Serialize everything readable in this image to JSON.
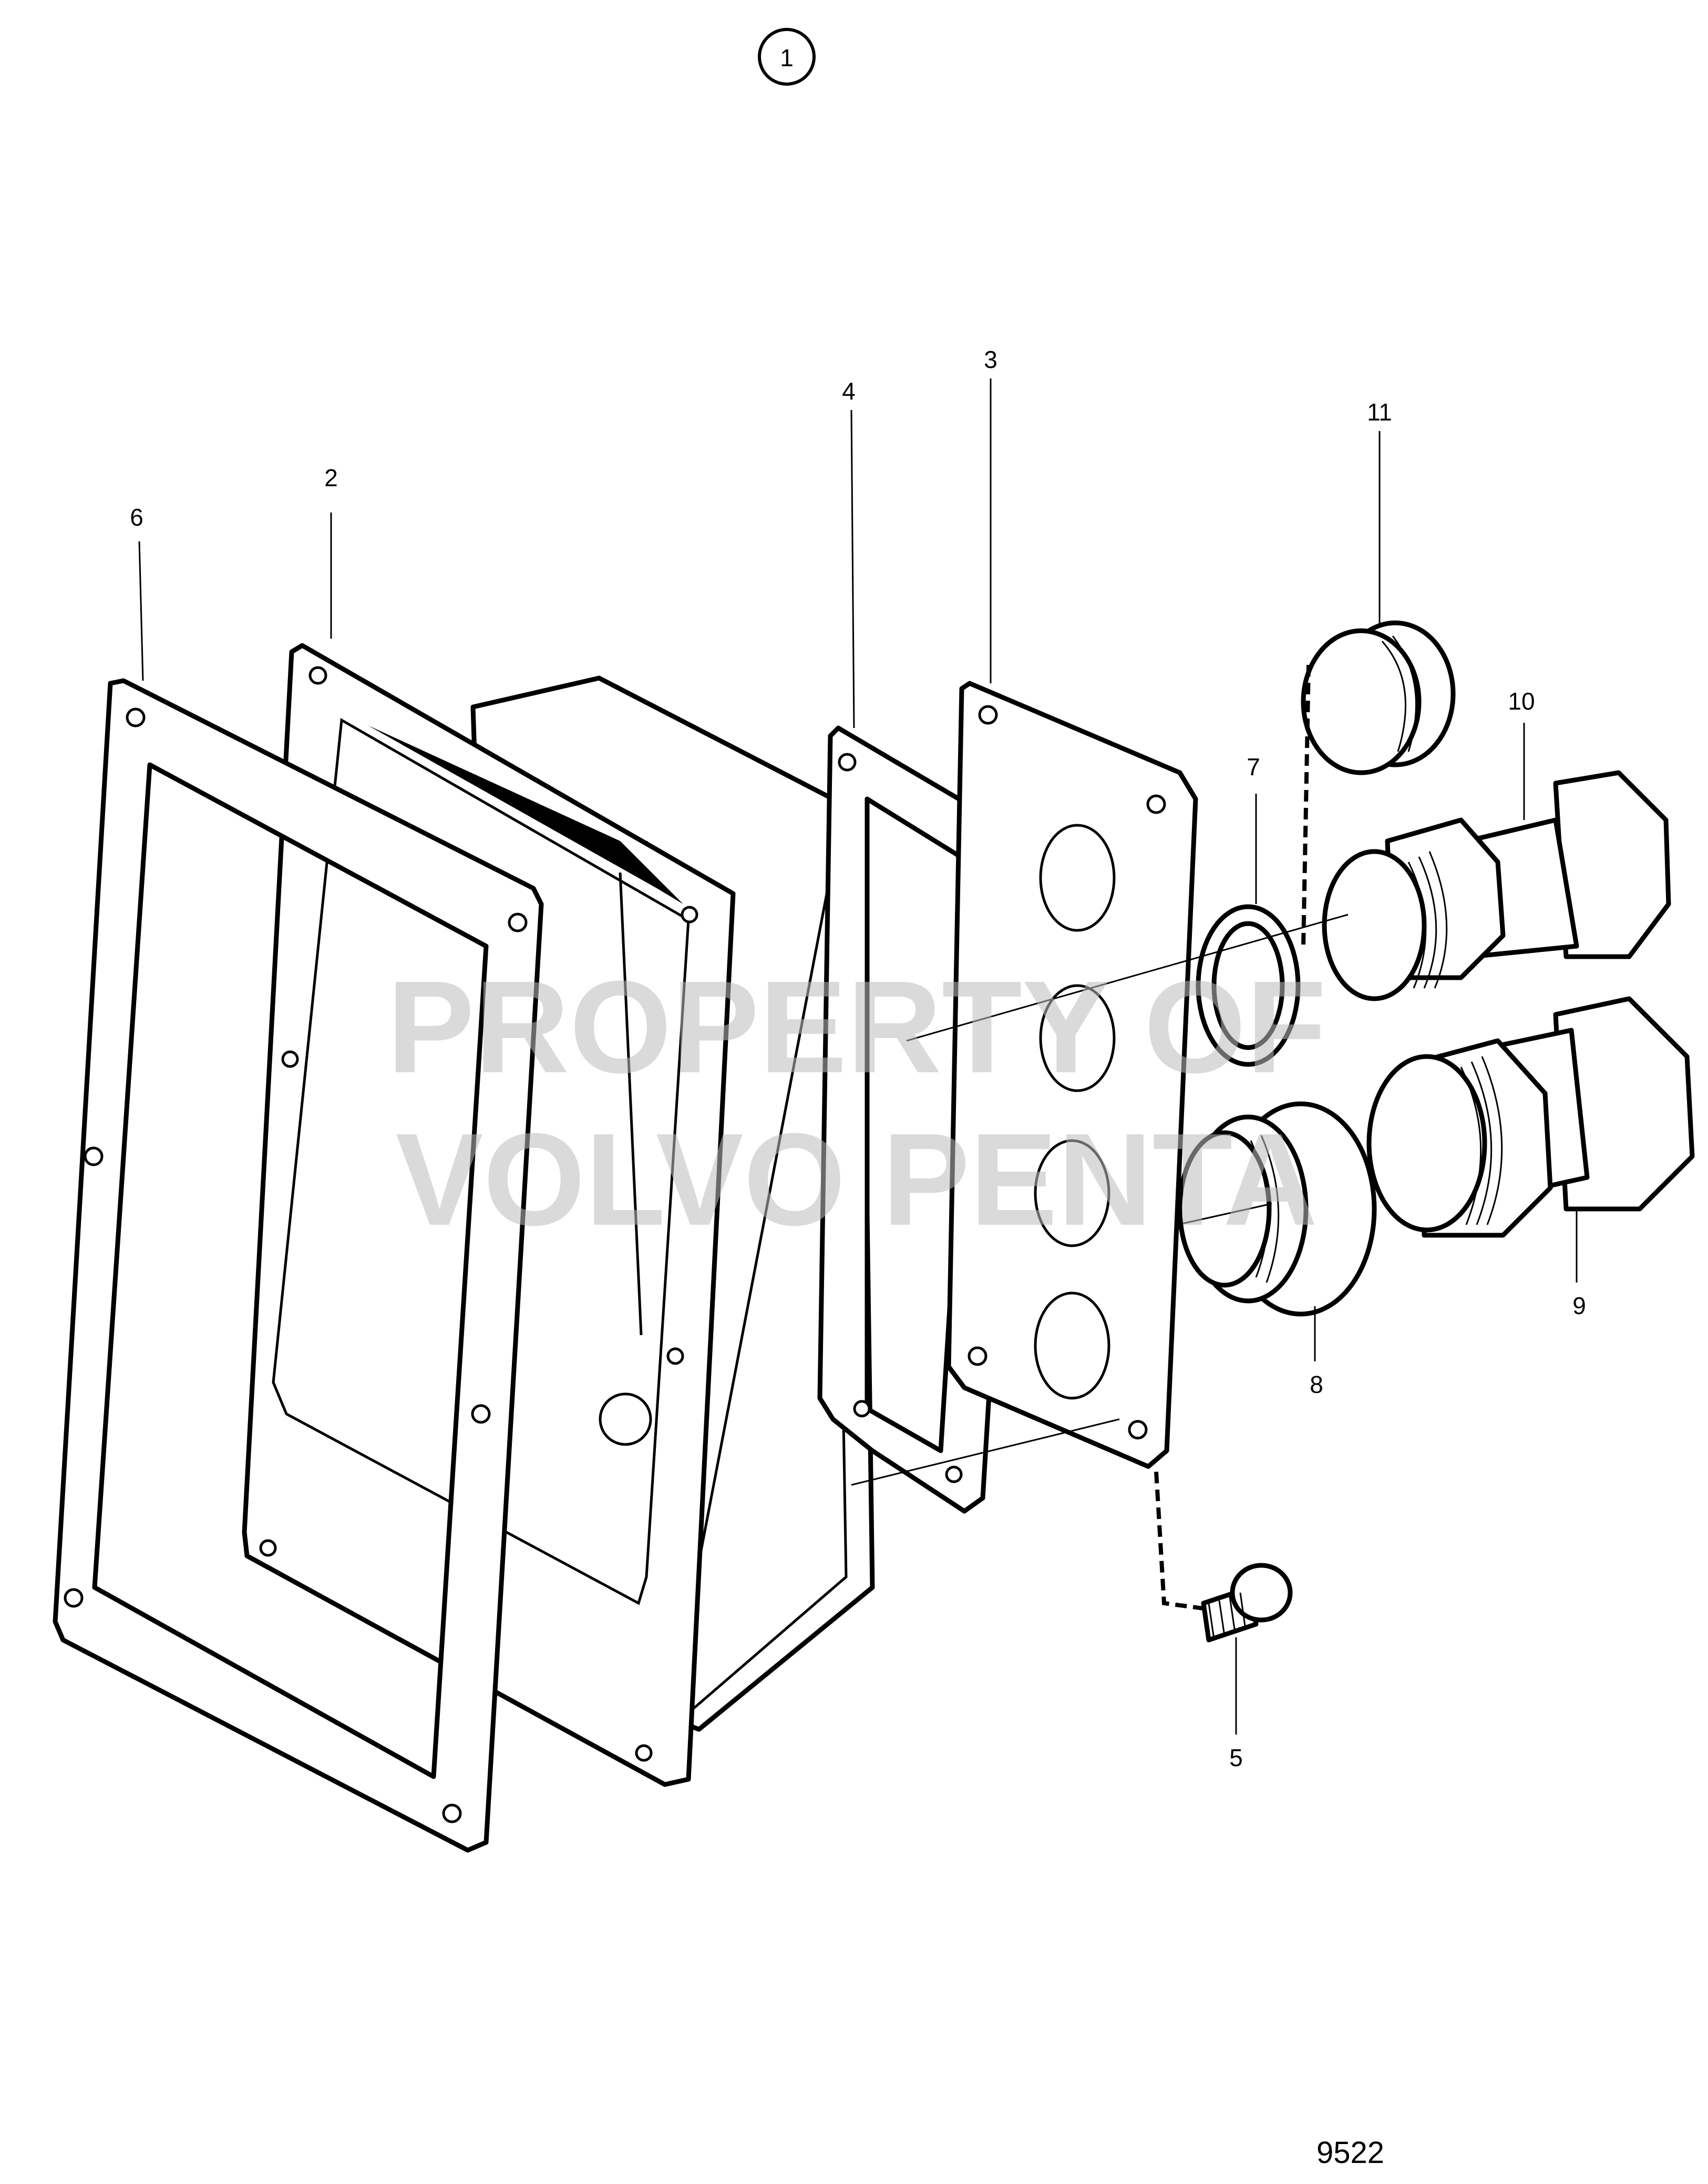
{
  "diagram": {
    "figure_callout": "1",
    "drawing_number": "9522",
    "watermark": [
      "PROPERTY OF",
      "VOLVO PENTA"
    ],
    "part_labels": [
      "2",
      "3",
      "4",
      "5",
      "6",
      "7",
      "8",
      "9",
      "10",
      "11"
    ]
  }
}
